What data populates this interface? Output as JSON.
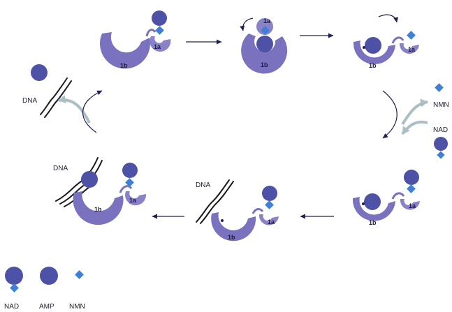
{
  "colors": {
    "domain_1b": "#7a72be",
    "domain_1a": "#8a82c8",
    "nad_sphere": "#4d52a6",
    "diamond": "#3f7fd6",
    "arrow": "#1e2050",
    "exchange_arrow": "#a9bfc4",
    "dna": "#1a1a22"
  },
  "labels": {
    "domain_large": "1b",
    "domain_small": "1a",
    "dna": "DNA",
    "nmn": "NMN",
    "nad": "NAD"
  },
  "legend": {
    "nad": "NAD",
    "amp": "AMP",
    "nmn": "NMN"
  },
  "icons": {
    "step_arrow": "long-arrow-icon",
    "rotation": "curved-arrow-icon",
    "exchange": "exchange-arrow-icon",
    "dna": "dna-strand-icon"
  }
}
